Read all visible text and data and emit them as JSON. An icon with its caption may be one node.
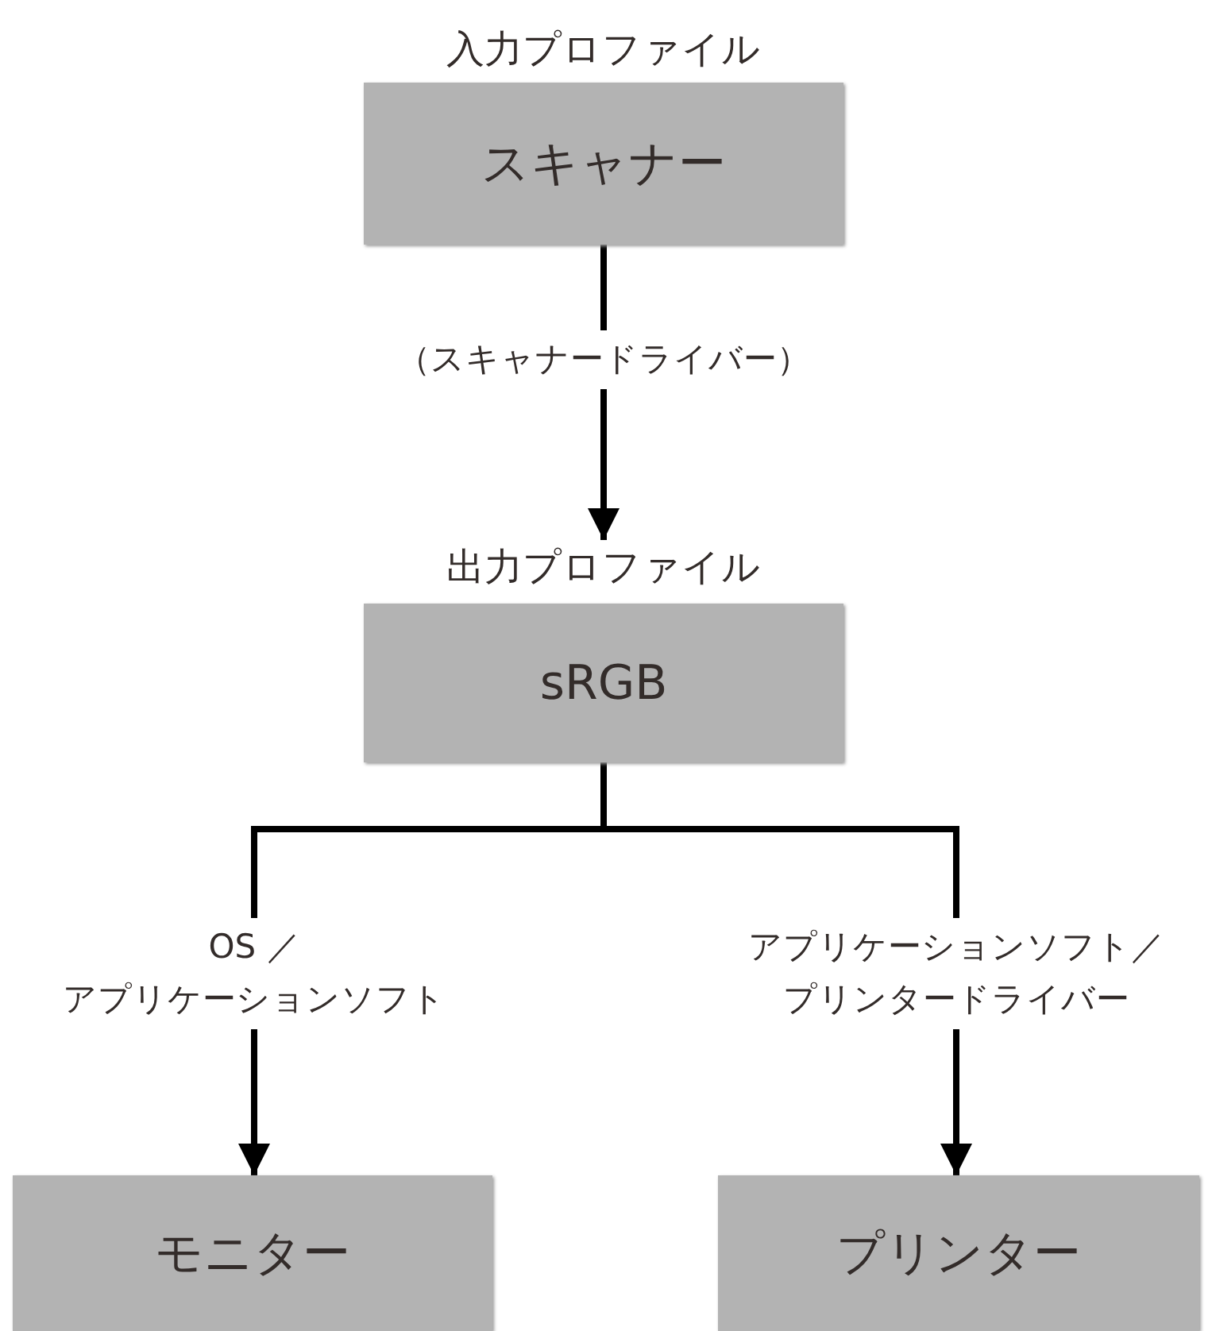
{
  "diagram": {
    "nodes": [
      {
        "text": [
          "入力プロファイル",
          "スキャナー"
        ]
      },
      {
        "text": [
          "出力プロファイル",
          "sRGB"
        ]
      },
      {
        "text": [
          "モニター"
        ]
      },
      {
        "text": [
          "プリンター"
        ]
      }
    ],
    "edges": [
      {
        "from": 0,
        "to": 1,
        "arrow": "to",
        "label": "（スキャナードライバー）"
      },
      {
        "from": 1,
        "to": 2,
        "arrow": "to",
        "label": "OS ／アプリケーションソフト"
      },
      {
        "from": 1,
        "to": 3,
        "arrow": "to",
        "label": "アプリケーションソフト／プリンタードライバー"
      }
    ]
  }
}
